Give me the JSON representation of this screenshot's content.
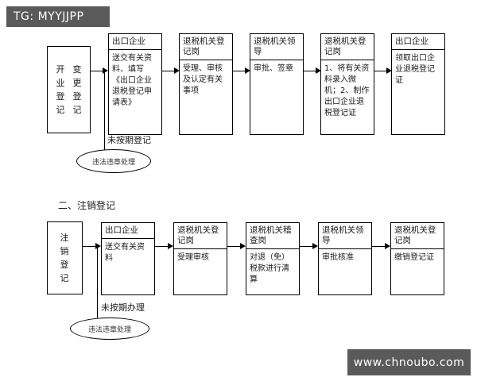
{
  "watermarks": {
    "tag": "TG: MYYJJPP",
    "site": "www.chnoubo.com"
  },
  "colors": {
    "badge_background": "#5a5a5a",
    "badge_text": "#ffffff",
    "line": "#000000",
    "page_background": "#ffffff"
  },
  "sections": [
    {
      "title": "",
      "start_node": {
        "col1": "开业登记",
        "col2": "变更登记"
      },
      "branch_label": "未按期登记",
      "branch_terminal": "违法违章处理",
      "nodes": [
        {
          "head": "出口企业",
          "body": "送交有关资料、填写《出口企业退税登记申请表》"
        },
        {
          "head": "退税机关登记岗",
          "body": "受理、审核及认定有关事项"
        },
        {
          "head": "退税机关领导",
          "body": "审批、签章"
        },
        {
          "head": "退税机关登记岗",
          "body": "1、将有关资料录入微机；2、制作出口企业退税登记证"
        },
        {
          "head": "出口企业",
          "body": "领取出口企业退税登记证"
        }
      ]
    },
    {
      "title": "二、注销登记",
      "start_node": {
        "col1": "注销登记",
        "col2": ""
      },
      "branch_label": "未按期办理",
      "branch_terminal": "违法违章处理",
      "nodes": [
        {
          "head": "出口企业",
          "body": "送交有关资料"
        },
        {
          "head": "退税机关登记岗",
          "body": "受理审核"
        },
        {
          "head": "退税机关稽查岗",
          "body": "对退（免）税款进行清算"
        },
        {
          "head": "退税机关领导",
          "body": "审批核准"
        },
        {
          "head": "退税机关登记岗",
          "body": "缴销登记证"
        }
      ]
    }
  ]
}
